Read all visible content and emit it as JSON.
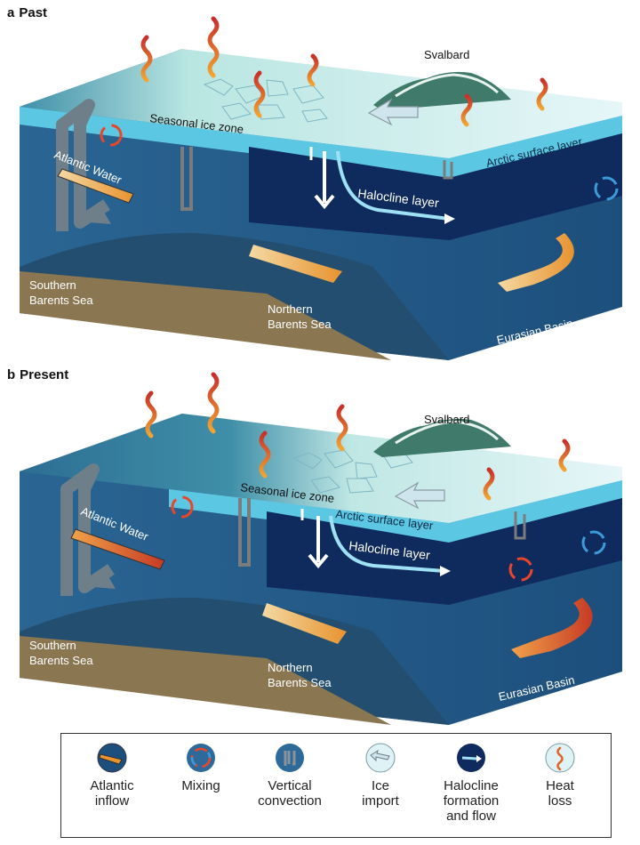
{
  "panels": [
    {
      "letter": "a",
      "title": "Past",
      "labels": {
        "svalbard": "Svalbard",
        "seasonal_ice_zone": "Seasonal ice zone",
        "arctic_surface_layer": "Arctic surface layer",
        "atlantic_water": "Atlantic Water",
        "halocline_layer": "Halocline layer",
        "southern_barents_1": "Southern",
        "southern_barents_2": "Barents Sea",
        "northern_barents_1": "Northern",
        "northern_barents_2": "Barents Sea",
        "eurasian_basin": "Eurasian Basin"
      }
    },
    {
      "letter": "b",
      "title": "Present",
      "labels": {
        "svalbard": "Svalbard",
        "seasonal_ice_zone": "Seasonal ice zone",
        "arctic_surface_layer": "Arctic surface layer",
        "atlantic_water": "Atlantic Water",
        "halocline_layer": "Halocline layer",
        "southern_barents_1": "Southern",
        "southern_barents_2": "Barents Sea",
        "northern_barents_1": "Northern",
        "northern_barents_2": "Barents Sea",
        "eurasian_basin": "Eurasian Basin"
      }
    }
  ],
  "legend": [
    {
      "icon": "atlantic-inflow-icon",
      "lines": [
        "Atlantic",
        "inflow"
      ]
    },
    {
      "icon": "mixing-icon",
      "lines": [
        "Mixing"
      ]
    },
    {
      "icon": "vertical-convection-icon",
      "lines": [
        "Vertical",
        "convection"
      ]
    },
    {
      "icon": "ice-import-icon",
      "lines": [
        "Ice",
        "import"
      ]
    },
    {
      "icon": "halocline-formation-icon",
      "lines": [
        "Halocline",
        "formation",
        "and flow"
      ]
    },
    {
      "icon": "heat-loss-icon",
      "lines": [
        "Heat",
        "loss"
      ]
    }
  ],
  "colors": {
    "ocean_deep": "#1f4e79",
    "ocean_mid": "#2e6a99",
    "halocline": "#0f2a5c",
    "surface_layer": "#6fd3ea",
    "ice": "#dff3f6",
    "seafloor": "#8a7650",
    "heat_wave": "#e0662a",
    "atlantic_orange": "#e89a3c"
  }
}
